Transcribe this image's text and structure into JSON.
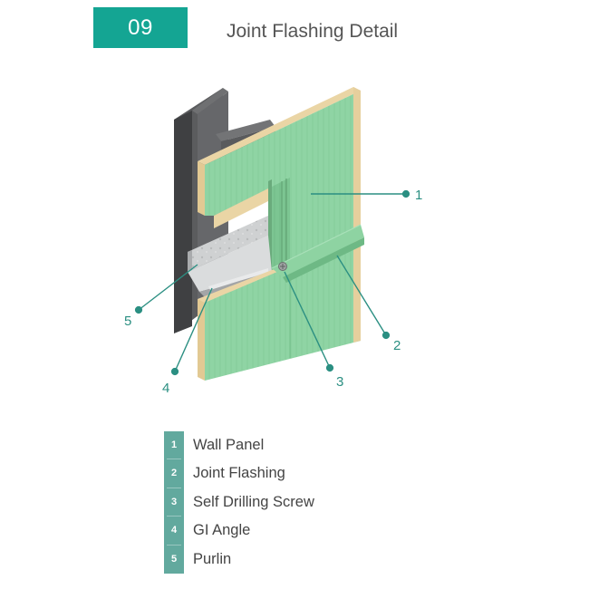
{
  "header": {
    "number": "09",
    "title": "Joint Flashing Detail"
  },
  "colors": {
    "accent": "#14a593",
    "legend_badge": "#62a99e",
    "panel_green": "#8fd4a4",
    "panel_core": "#ead5a5",
    "steel_dark": "#58595b",
    "galvanized": "#c9cbcc",
    "leader_line": "#2b8f82"
  },
  "callouts": [
    "1",
    "2",
    "3",
    "4",
    "5"
  ],
  "legend": [
    {
      "num": "1",
      "label": "Wall Panel"
    },
    {
      "num": "2",
      "label": "Joint Flashing"
    },
    {
      "num": "3",
      "label": "Self Drilling Screw"
    },
    {
      "num": "4",
      "label": "GI Angle"
    },
    {
      "num": "5",
      "label": "Purlin"
    }
  ]
}
